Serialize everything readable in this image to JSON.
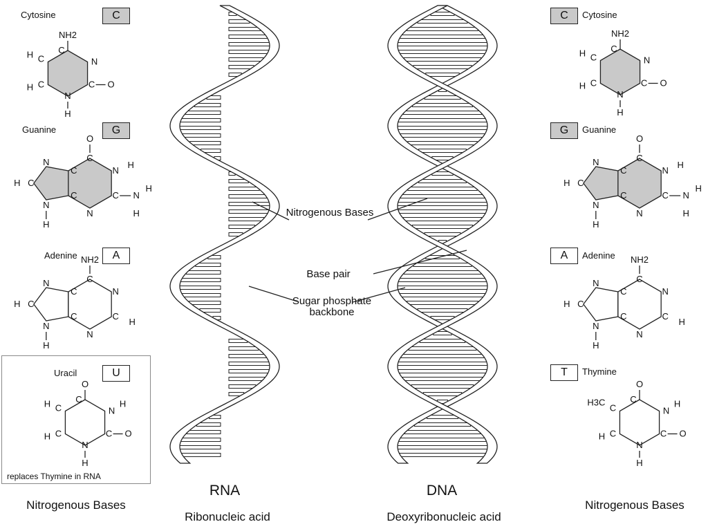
{
  "bases_left": [
    {
      "name": "Cytosine",
      "letter": "C"
    },
    {
      "name": "Guanine",
      "letter": "G"
    },
    {
      "name": "Adenine",
      "letter": "A"
    },
    {
      "name": "Uracil",
      "letter": "U"
    }
  ],
  "bases_right": [
    {
      "name": "Cytosine",
      "letter": "C"
    },
    {
      "name": "Guanine",
      "letter": "G"
    },
    {
      "name": "Adenine",
      "letter": "A"
    },
    {
      "name": "Thymine",
      "letter": "T"
    }
  ],
  "uracil_note": "replaces Thymine in RNA",
  "callouts": {
    "nitrogenous": "Nitrogenous Bases",
    "base_pair": "Base pair",
    "backbone": "Sugar phosphate backbone"
  },
  "rna": {
    "title": "RNA",
    "subtitle": "Ribonucleic acid"
  },
  "dna": {
    "title": "DNA",
    "subtitle": "Deoxyribonucleic acid"
  },
  "footer_left": "Nitrogenous Bases",
  "footer_right": "Nitrogenous Bases",
  "atoms": {
    "nh2": "NH2",
    "n": "N",
    "c": "C",
    "h": "H",
    "o": "O",
    "h3c": "H3C"
  },
  "colors": {
    "shade": "#c9c9c9",
    "line": "#222222",
    "frame": "#888888"
  }
}
